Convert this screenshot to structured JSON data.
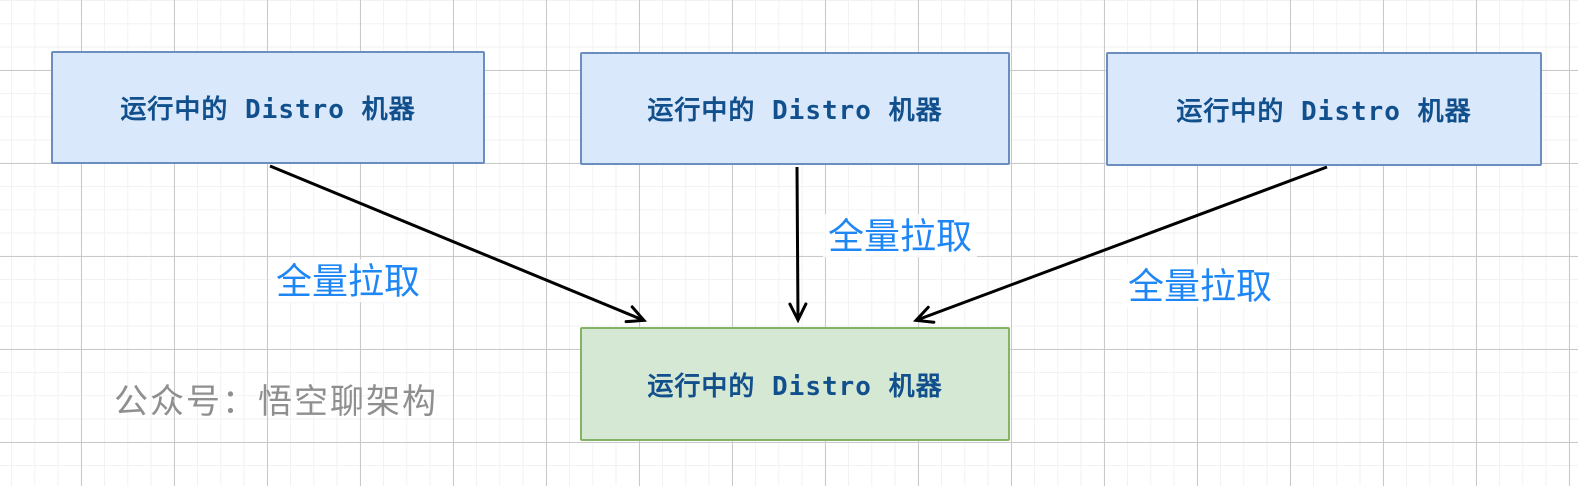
{
  "diagram": {
    "title": "Distro full-pull topology",
    "nodes": [
      {
        "id": "distro-source-1",
        "label": "运行中的 Distro 机器",
        "role": "source"
      },
      {
        "id": "distro-source-2",
        "label": "运行中的 Distro 机器",
        "role": "source"
      },
      {
        "id": "distro-source-3",
        "label": "运行中的 Distro 机器",
        "role": "source"
      },
      {
        "id": "distro-target",
        "label": "运行中的 Distro 机器",
        "role": "target"
      }
    ],
    "edges": [
      {
        "from": "distro-source-1",
        "to": "distro-target",
        "label": "全量拉取"
      },
      {
        "from": "distro-source-2",
        "to": "distro-target",
        "label": "全量拉取"
      },
      {
        "from": "distro-source-3",
        "to": "distro-target",
        "label": "全量拉取"
      }
    ],
    "watermark": "公众号：悟空聊架构"
  },
  "colors": {
    "source_fill": "#dae8fc",
    "source_border": "#6c8ebf",
    "target_fill": "#d5e8d4",
    "target_border": "#82b366",
    "node_text": "#11508c",
    "edge_label": "#1e87f5",
    "watermark": "#8f8f8f",
    "arrow": "#000000"
  }
}
